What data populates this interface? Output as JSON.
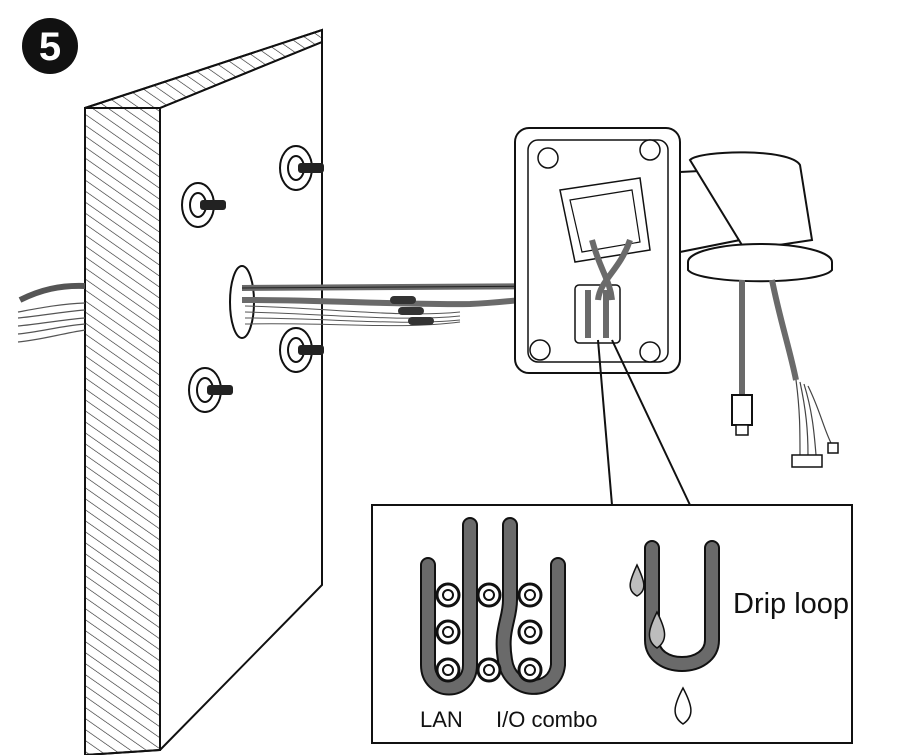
{
  "step": {
    "number": "5",
    "badge_color": "#111111",
    "icon": "step-number-badge"
  },
  "detail": {
    "labels": {
      "lan": "LAN",
      "io_combo": "I/O combo",
      "drip_loop": "Drip loop"
    }
  },
  "colors": {
    "outline": "#111111",
    "cable": "#6a6a6a",
    "cable_dark": "#3c3c3c",
    "water_drop": "#bdbdbd",
    "fill": "#ffffff"
  },
  "icons": [
    "wall-panel",
    "wall-screw-icon",
    "mount-bracket",
    "camera-arm",
    "lan-connector-icon",
    "io-connector-icon",
    "water-drop-icon"
  ]
}
